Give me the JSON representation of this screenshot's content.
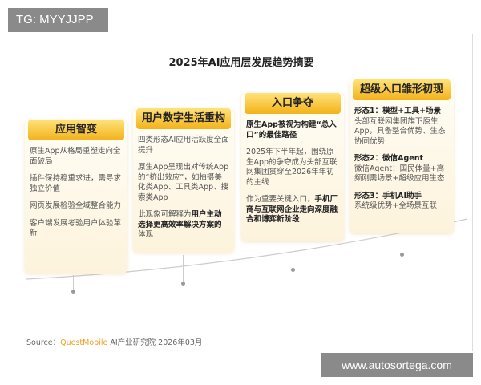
{
  "tag": "TG: MYYJJPP",
  "title": "2025年AI应用层发展趋势摘要",
  "cards": [
    {
      "head": "应用智变",
      "items": [
        "原生App从格局重塑走向全面破局",
        "插件保持稳重求进，需寻求独立价值",
        "网页发展检验全域整合能力",
        "客户端发展考验用户体验革新"
      ]
    },
    {
      "head": "用户数字生活重构",
      "items": [
        "四类形态AI应用活跃度全面提升",
        "原生App呈现出对传统App的“挤出效应”，如拍摄美化类App、工具类App、搜索类App"
      ],
      "last_plain": "此现象可解释为",
      "last_bold": "用户主动选择更高效率解决方案的",
      "last_tail": "体现"
    },
    {
      "head": "入口争夺",
      "bold1": "原生App被视为构建“总入口”的最佳路径",
      "p2": "2025年下半年起，围绕原生App的争夺成为头部互联网集团贯穿至2026年年初的主线",
      "p3_plain": "作为重要关键入口，",
      "p3_bold": "手机厂商与互联网企业走向深度融合和博弈新阶段"
    },
    {
      "head": "超级入口雏形初现",
      "forms": [
        {
          "t": "形态1：模型+工具+场景",
          "d": "头部互联网集团旗下原生App，具备整合优势、生态协同优势"
        },
        {
          "t": "形态2：微信Agent",
          "d": "微信Agent：国民体量+高频刚需场景+超级应用生态"
        },
        {
          "t": "形态3：手机AI助手",
          "d": "系统级优势+全场景互联"
        }
      ]
    }
  ],
  "source": {
    "label": "Source：",
    "brand": "QuestMobile",
    "rest": " AI产业研究院 2026年03月"
  },
  "watermark": "www.autosortega.com",
  "colors": {
    "accent": "#f3b21a",
    "brand": "#f0a020"
  }
}
